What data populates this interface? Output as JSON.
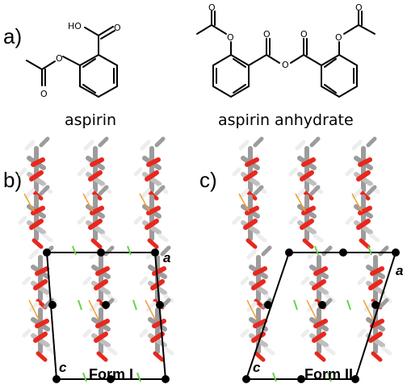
{
  "panels": {
    "a": "a)",
    "b": "b)",
    "c": "c)"
  },
  "molecules": {
    "aspirin": {
      "name": "aspirin",
      "atoms": {
        "hydroxyl": "HO",
        "carbonyl_o": "O",
        "ester_o": "O",
        "acetyl_o": "O"
      }
    },
    "anhydride": {
      "name": "aspirin anhydrate",
      "atoms": {
        "o1": "O",
        "o2": "O",
        "o3": "O",
        "o4": "O",
        "o5": "O",
        "o6": "O",
        "o7": "O"
      }
    }
  },
  "crystal_forms": {
    "form1": {
      "label": "Form I",
      "axis_a": "a",
      "axis_c": "c"
    },
    "form2": {
      "label": "Form II",
      "axis_a": "a",
      "axis_c": "c"
    }
  },
  "colors": {
    "oxygen": "#e8281e",
    "carbon": "#9c9c9c",
    "hydrogen": "#ededed",
    "hbond": "#f0a030",
    "symmetry": "#66d44a",
    "cell": "#000000"
  }
}
